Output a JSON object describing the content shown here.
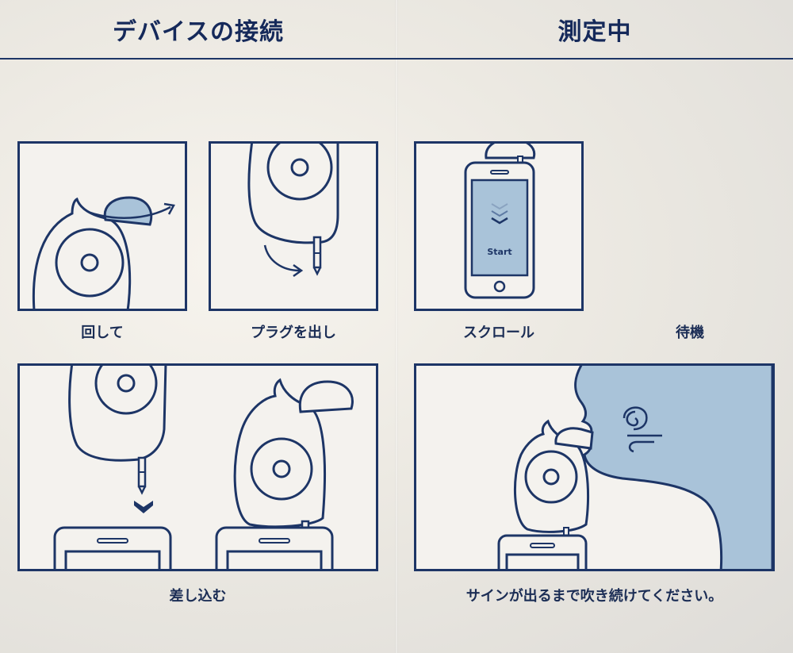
{
  "left": {
    "title": "デバイスの接続",
    "steps": [
      {
        "label": "回して"
      },
      {
        "label": "プラグを出し"
      },
      {
        "label": "差し込む"
      }
    ]
  },
  "right": {
    "title": "測定中",
    "steps": [
      {
        "label": "スクロール",
        "screen_text": "Start"
      },
      {
        "label": "待機"
      },
      {
        "label": "サインが出るまで吹き続けてください。"
      }
    ]
  },
  "colors": {
    "navy": "#1d3566",
    "light_blue": "#a9c3d9",
    "panel_bg": "#f4f2ee"
  }
}
